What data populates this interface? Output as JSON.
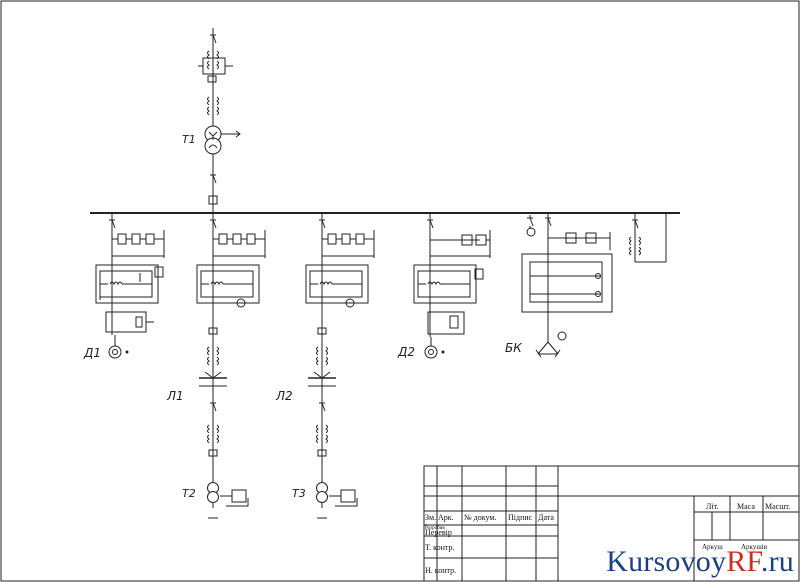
{
  "labels": {
    "t1": "Т1",
    "d1": "Д1",
    "d2": "Д2",
    "l1": "Л1",
    "l2": "Л2",
    "bk": "БК",
    "t2": "Т2",
    "t3": "Т3"
  },
  "title_block": {
    "col_izm": "Зм.",
    "col_ark": "Арк.",
    "col_doc": "№ докум.",
    "col_sign": "Підпис",
    "col_date": "Дата",
    "row_razrob": "Розробив",
    "row_perev": "Перевір",
    "row_tkontr": "Т. контр.",
    "row_nkontr": "Н. контр.",
    "lit": "Літ.",
    "mass": "Маса",
    "scale": "Масшт.",
    "sheet": "Аркуш",
    "sheets": "Аркушів"
  },
  "watermark": {
    "part1": "Kursovoy",
    "part2": "RF",
    "part3": ".ru"
  },
  "colors": {
    "line": "#222222",
    "brand_blue": "#1b3f86",
    "brand_red": "#d12a1e"
  }
}
